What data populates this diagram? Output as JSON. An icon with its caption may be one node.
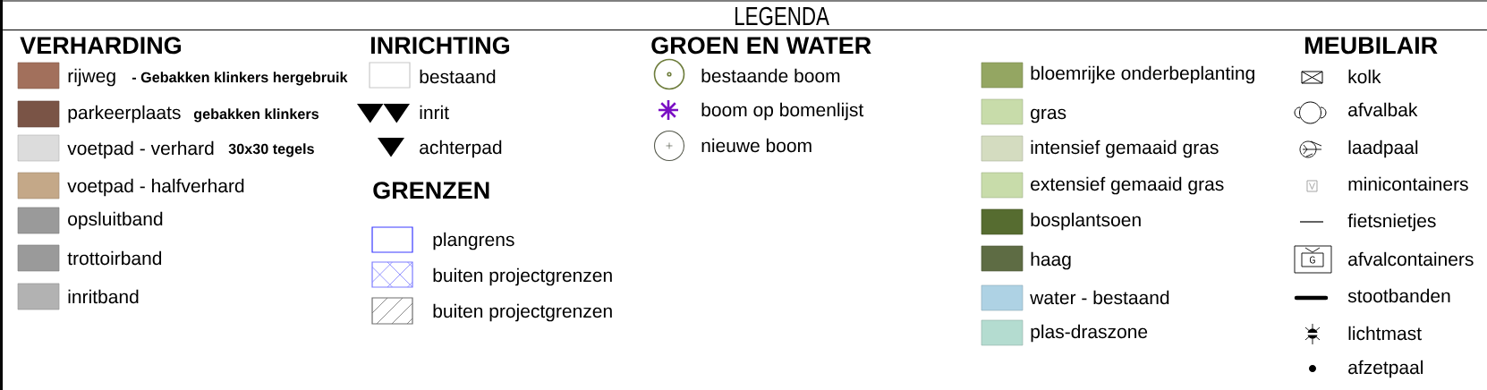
{
  "diagram": {
    "title": "LEGENDA",
    "labels": [
      "VERHARDING",
      "- Gebakken klinkers hergebruik",
      "gebakken klinkers",
      "30x30 tegels",
      "INRICHTING",
      "GRENZEN",
      "GROEN EN WATER",
      "MEUBILAIR",
      "G"
    ],
    "legend": [
      {
        "text": "rijweg",
        "color": "#a2705c"
      },
      {
        "text": "parkeerplaats",
        "color": "#7a5446"
      },
      {
        "text": "voetpad - verhard",
        "color": "#dcdcdc"
      },
      {
        "text": "voetpad - halfverhard",
        "color": "#c4a888"
      },
      {
        "text": "opsluitband",
        "color": "#9a9a9a"
      },
      {
        "text": "trottoirband",
        "color": "#9a9a9a"
      },
      {
        "text": "inritband",
        "color": "#b2b2b2"
      },
      {
        "text": "bestaand"
      },
      {
        "text": "inrit"
      },
      {
        "text": "achterpad"
      },
      {
        "text": "plangrens"
      },
      {
        "text": "buiten projectgrenzen"
      },
      {
        "text": "buiten projectgrenzen"
      },
      {
        "text": "bestaande boom"
      },
      {
        "text": "boom op bomenlijst"
      },
      {
        "text": "nieuwe boom"
      },
      {
        "text": "bloemrijke onderbeplanting",
        "color": "#94a662"
      },
      {
        "text": "gras",
        "color": "#c8dcaa"
      },
      {
        "text": "intensief gemaaid gras",
        "color": "#d4dcc0"
      },
      {
        "text": "extensief gemaaid gras",
        "color": "#c8dcaa"
      },
      {
        "text": "bosplantsoen",
        "color": "#566c30"
      },
      {
        "text": "haag",
        "color": "#5e6c44"
      },
      {
        "text": "water - bestaand",
        "color": "#aed2e4"
      },
      {
        "text": "plas-draszone",
        "color": "#b4dcd0"
      },
      {
        "text": "kolk"
      },
      {
        "text": "afvalbak"
      },
      {
        "text": "laadpaal"
      },
      {
        "text": "minicontainers"
      },
      {
        "text": "fietsnietjes"
      },
      {
        "text": "afvalcontainers"
      },
      {
        "text": "stootbanden"
      },
      {
        "text": "lichtmast"
      },
      {
        "text": "afzetpaal"
      }
    ]
  }
}
